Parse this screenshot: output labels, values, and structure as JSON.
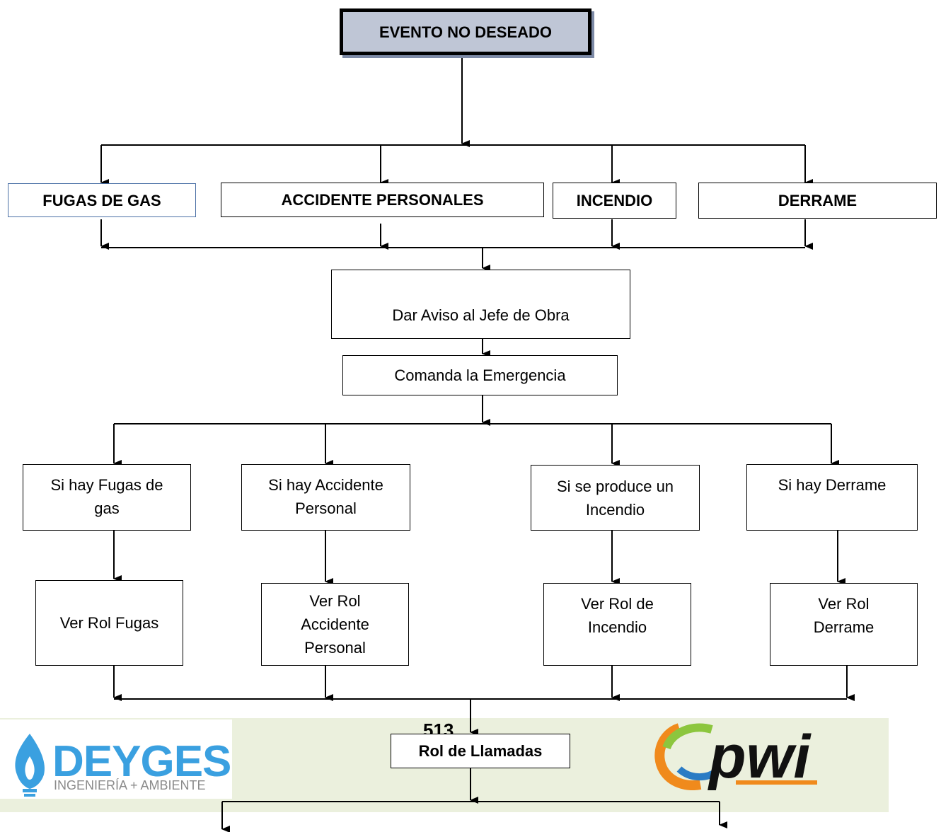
{
  "diagram": {
    "top": "EVENTO NO DESEADO",
    "events": [
      "FUGAS DE GAS",
      "ACCIDENTE PERSONALES",
      "INCENDIO",
      "DERRAME"
    ],
    "notify": "Dar Aviso al Jefe de Obra",
    "command": "Comanda la Emergencia",
    "conditions": [
      "Si hay Fugas de\ngas",
      "Si hay Accidente\nPersonal",
      "Si se produce un\nIncendio",
      "Si hay Derrame"
    ],
    "roles": [
      "Ver Rol Fugas",
      "Ver Rol\nAccidente\nPersonal",
      "Ver Rol de\nIncendio",
      "Ver Rol\nDerrame"
    ],
    "calls": "Rol de Llamadas"
  },
  "footer": {
    "page_number": "513",
    "logo_left_name": "DEYGES",
    "logo_left_tagline": "INGENIERÍA + AMBIENTE",
    "logo_right_name": "pwi"
  },
  "colors": {
    "top_fill": "#bfc6d6",
    "band": "#ebf0dd",
    "deyges_blue": "#3aa0e0"
  }
}
